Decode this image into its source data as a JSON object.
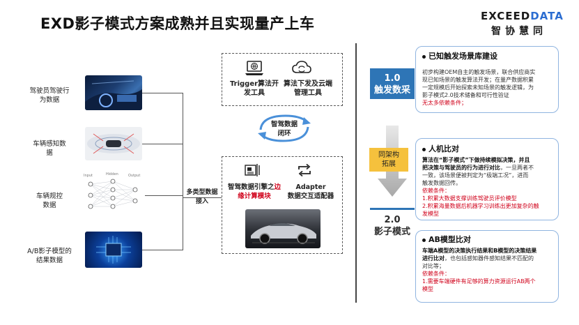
{
  "header": {
    "title": "EXD影子模式方案成熟并且实现量产上车",
    "logo_en_a": "EXCEED",
    "logo_en_b": "DATA",
    "logo_cn": "智协慧同"
  },
  "inputs": [
    {
      "label": "驾驶员驾驶行为数据"
    },
    {
      "label": "车辆感知数据"
    },
    {
      "label": "车辆规控数据"
    },
    {
      "label": "A/B影子模型的结果数据"
    }
  ],
  "inputs_display": {
    "driver_l1": "驾驶员驾驶行",
    "driver_l2": "为数据",
    "percep_l1": "车辆感知数",
    "percep_l2": "据",
    "ctrl_l1": "车辆规控",
    "ctrl_l2": "数据",
    "ab_l1": "A/B影子模型的",
    "ab_l2": "结果数据"
  },
  "nn_labels": {
    "input": "Input",
    "hidden": "Hidden",
    "output": "Output"
  },
  "junction_label_l1": "多类型数据",
  "junction_label_l2": "接入",
  "cloud_tools": {
    "trigger_l1": "Trigger算法开",
    "trigger_l2": "发工具",
    "deploy_l1": "算法下发及云端",
    "deploy_l2": "管理工具"
  },
  "loop_label_l1": "智驾数据",
  "loop_label_l2": "闭环",
  "vehicle_tools": {
    "engine_l1": "智驾数据引擎之",
    "engine_red_a": "边",
    "engine_red_b": "缘计算模块",
    "adapter_l1": "Adapter",
    "adapter_l2": "数据交互适配器"
  },
  "stages": {
    "s1_num": "1.0",
    "s1_name": "触发数采",
    "arch_l1": "同架构",
    "arch_l2": "拓展",
    "s2_num": "2.0",
    "s2_name": "影子模式"
  },
  "card1": {
    "heading": "已知触发场景库建设",
    "lines": [
      "初步构建OEM自主的触发场景，联合供应商实",
      "现已知场景的触发算法开发；在量产数据积累",
      "一定规模后开始探索未知场景的触发逻辑，为",
      "影子模式2.0技术储备和可行性验证"
    ],
    "dep": "无太多依赖条件；"
  },
  "card2": {
    "heading": "人机比对",
    "bold_lines": [
      "算法在“影子模式”下做持续模拟决策，并且",
      "把决策与驾驶员的行为进行对比"
    ],
    "bold_tail": "，一旦两者不",
    "lines": [
      "一致，该场景便被判定为“极端工况”，进而",
      "触发数据回传。"
    ],
    "dep_title": "依赖条件：",
    "deps": [
      "1.积累大数据支撑训练驾驶员评价模型",
      "2.积累海量数据后机器学习训练出更加复杂的触",
      "发模型"
    ]
  },
  "card3": {
    "heading": "AB模型比对",
    "bold_lines": [
      "车端A模型的决策执行结果和B模型的决策结果",
      "进行比对"
    ],
    "bold_tail": "，也包括感知器件感知结果不匹配的",
    "lines": [
      "对比等；"
    ],
    "dep_title": "依赖条件：",
    "deps": [
      "1.需要车端硬件有足够的算力资源运行AB两个",
      "模型"
    ]
  },
  "colors": {
    "accent_blue": "#2e75b6",
    "card_border": "#8fb4e0",
    "loop_arrow": "#4a90d9",
    "red": "#d0021b",
    "yellow": "#f5c13d"
  }
}
